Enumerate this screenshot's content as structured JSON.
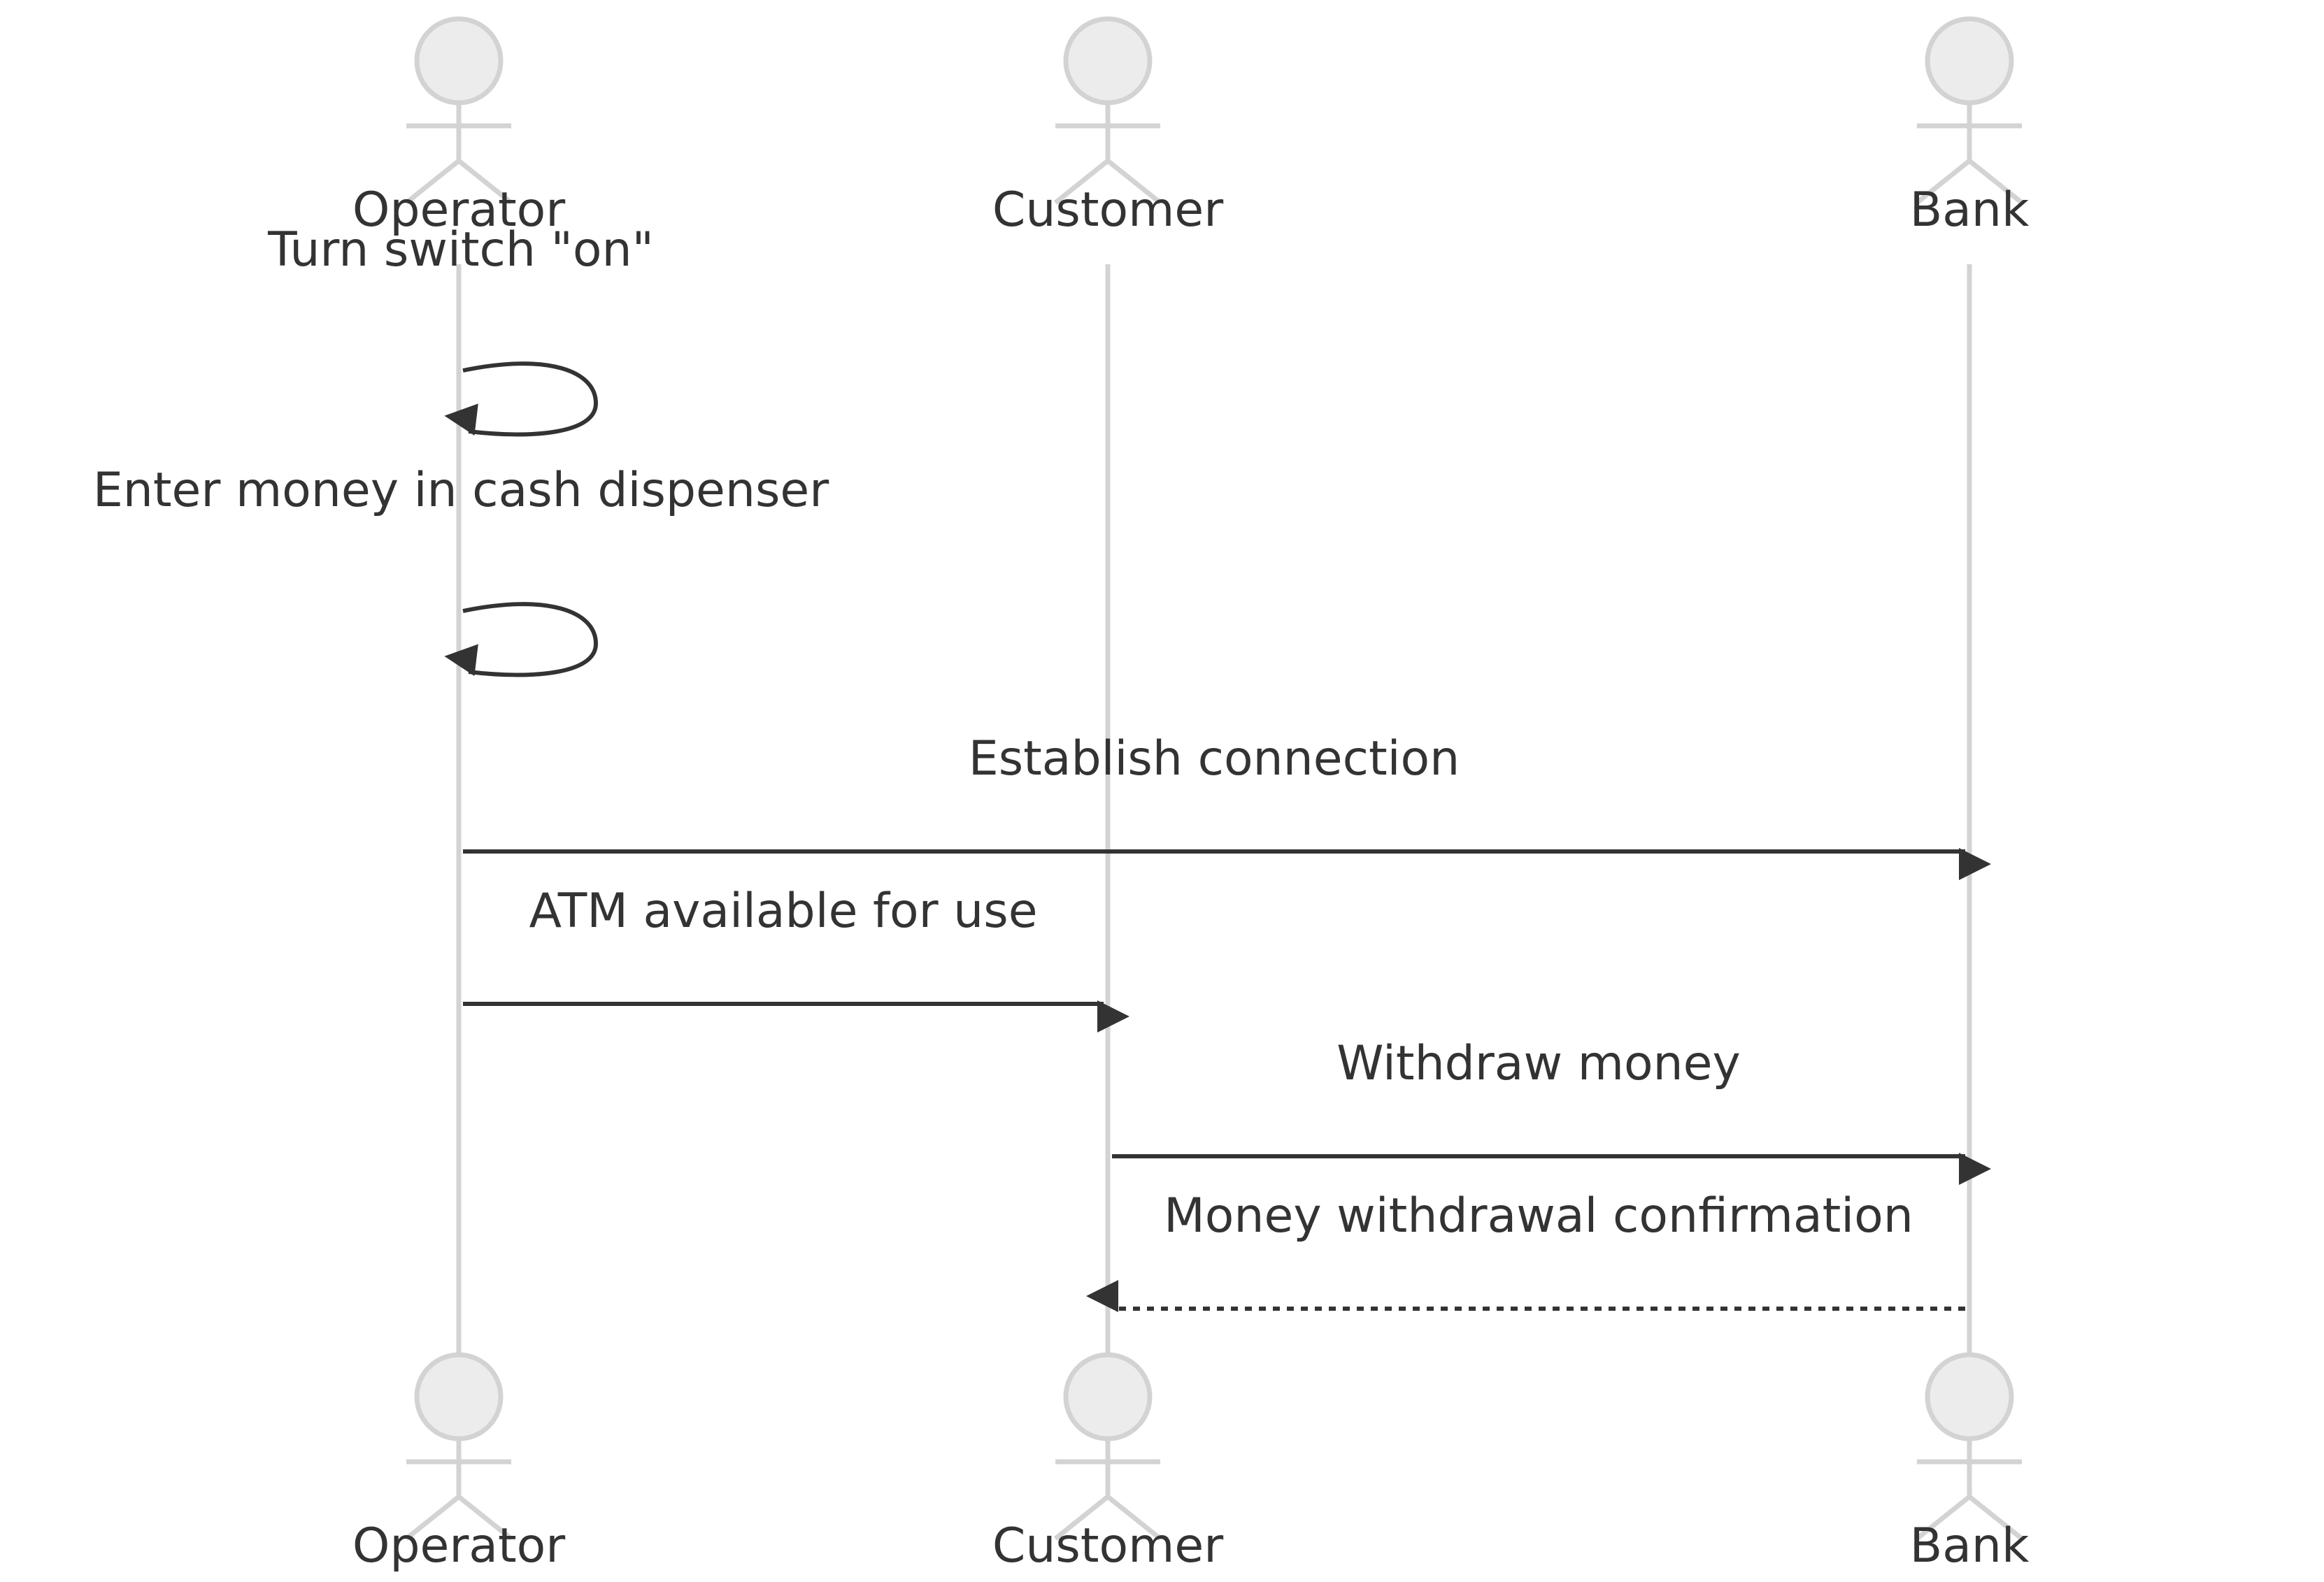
{
  "diagram": {
    "type": "sequence",
    "colors": {
      "actor_stroke": "#d3d3d3",
      "actor_fill": "#ececec",
      "lifeline": "#d3d3d3",
      "message": "#333333",
      "text": "#333333",
      "background": "#ffffff"
    },
    "participants": [
      {
        "id": "operator",
        "label": "Operator"
      },
      {
        "id": "customer",
        "label": "Customer"
      },
      {
        "id": "bank",
        "label": "Bank"
      }
    ],
    "messages": [
      {
        "from": "operator",
        "to": "operator",
        "label": "Turn switch \"on\"",
        "style": "solid"
      },
      {
        "from": "operator",
        "to": "operator",
        "label": "Enter money in cash dispenser",
        "style": "solid"
      },
      {
        "from": "operator",
        "to": "bank",
        "label": "Establish connection",
        "style": "solid"
      },
      {
        "from": "operator",
        "to": "customer",
        "label": "ATM available for use",
        "style": "solid"
      },
      {
        "from": "customer",
        "to": "bank",
        "label": "Withdraw money",
        "style": "solid"
      },
      {
        "from": "bank",
        "to": "customer",
        "label": "Money withdrawal confirmation",
        "style": "dotted"
      }
    ]
  }
}
